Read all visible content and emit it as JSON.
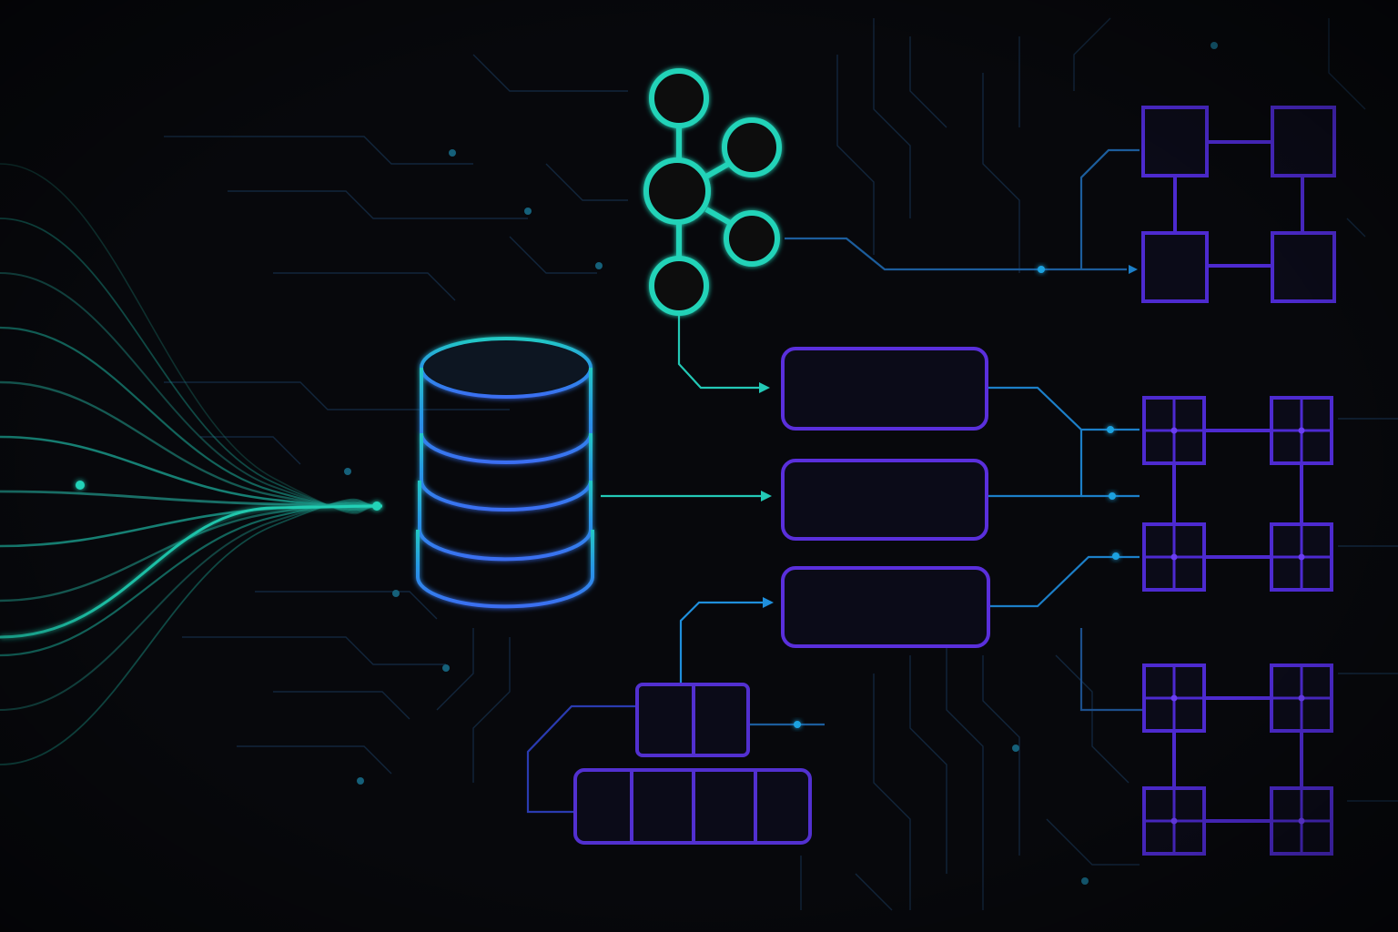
{
  "diagram": {
    "theme": {
      "background": "#07080c",
      "teal": "#23d3b8",
      "cyan": "#1fa2e0",
      "blue": "#3b6ef2",
      "purple": "#5b2be0",
      "trace_dim": "#12263c"
    },
    "nodes": [
      {
        "name": "database-icon",
        "kind": "cylinder-stack",
        "layers": 4
      },
      {
        "name": "kafka-cluster-icon",
        "kind": "hub-with-satellites",
        "satellites": 4
      },
      {
        "name": "queue-box",
        "kind": "rounded-rect",
        "count": 3
      },
      {
        "name": "table-schema",
        "kind": "segmented-bars",
        "segments": [
          2,
          4
        ]
      },
      {
        "name": "linked-square-grid",
        "kind": "square-grid",
        "rows": 2,
        "cols": 2
      },
      {
        "name": "cross-cell-grid",
        "kind": "square-grid",
        "rows": 2,
        "cols": 2,
        "count": 2
      }
    ],
    "data_stream_lines": 12
  }
}
